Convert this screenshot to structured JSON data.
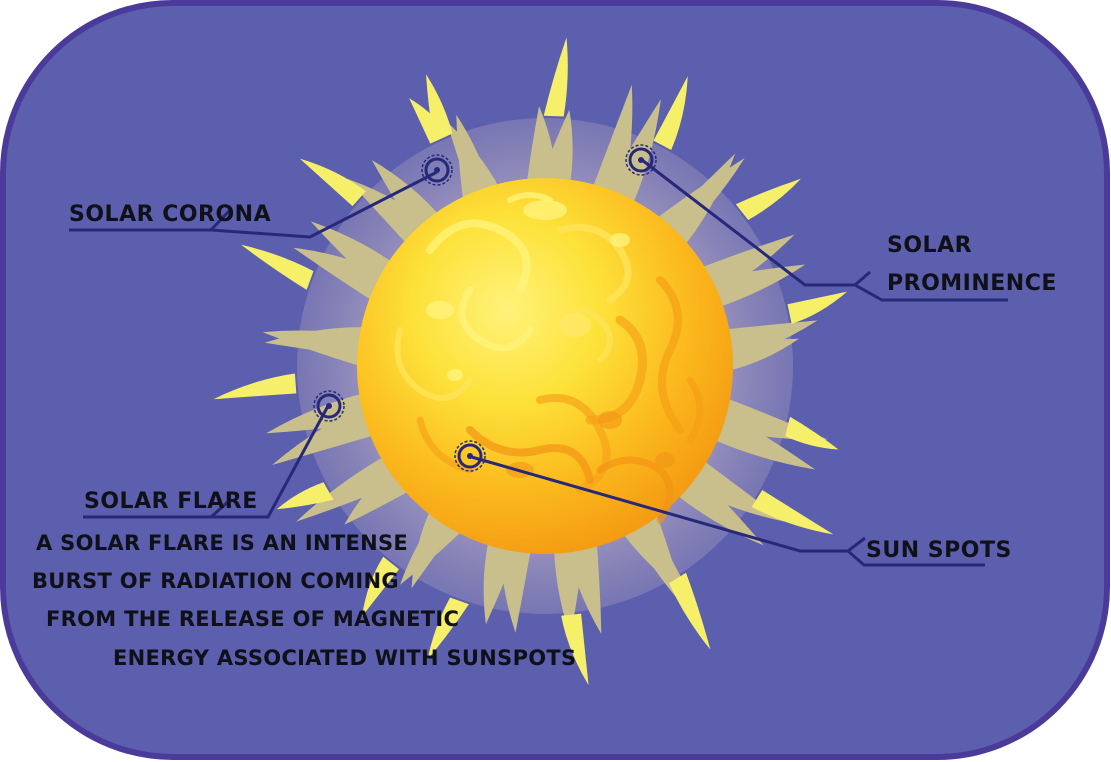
{
  "labels": {
    "corona": "SOLAR CORONA",
    "prominence_line1": "SOLAR",
    "prominence_line2": "PROMINENCE",
    "flare": "SOLAR FLARE",
    "sunspots": "SUN SPOTS"
  },
  "description": {
    "line1": "A SOLAR FLARE IS AN INTENSE",
    "line2": "BURST OF RADIATION COMING",
    "line3": "FROM THE RELEASE OF MAGNETIC",
    "line4": "ENERGY ASSOCIATED WITH SUNSPOTS"
  },
  "colors": {
    "background_panel": "#5b5fad",
    "panel_border": "#4a3a9a",
    "halo": "#8b86b8",
    "corona_flames": "#c9bf8c",
    "outer_flames": "#f6ef6a",
    "sun_light": "#fde94a",
    "sun_mid": "#fbc21d",
    "sun_dark": "#f39a12",
    "leader_line": "#27287a",
    "text": "#101018"
  }
}
